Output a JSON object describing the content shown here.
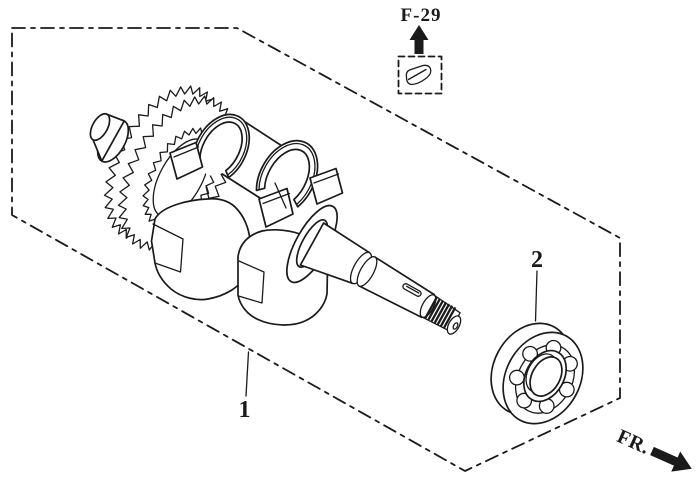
{
  "canvas": {
    "background": "#ffffff",
    "line_color": "#1a1a1a"
  },
  "labels": {
    "reference": "F-29",
    "part_1": "1",
    "part_2": "2",
    "front": "FR."
  },
  "icons": {
    "reference_arrow": "arrow-up-solid",
    "front_arrow": "arrow-right-down-solid"
  },
  "parts": {
    "part_1_shape": "crankshaft-with-timing-gear",
    "part_2_shape": "radial-ball-bearing",
    "reference_shape": "woodruff-key"
  }
}
